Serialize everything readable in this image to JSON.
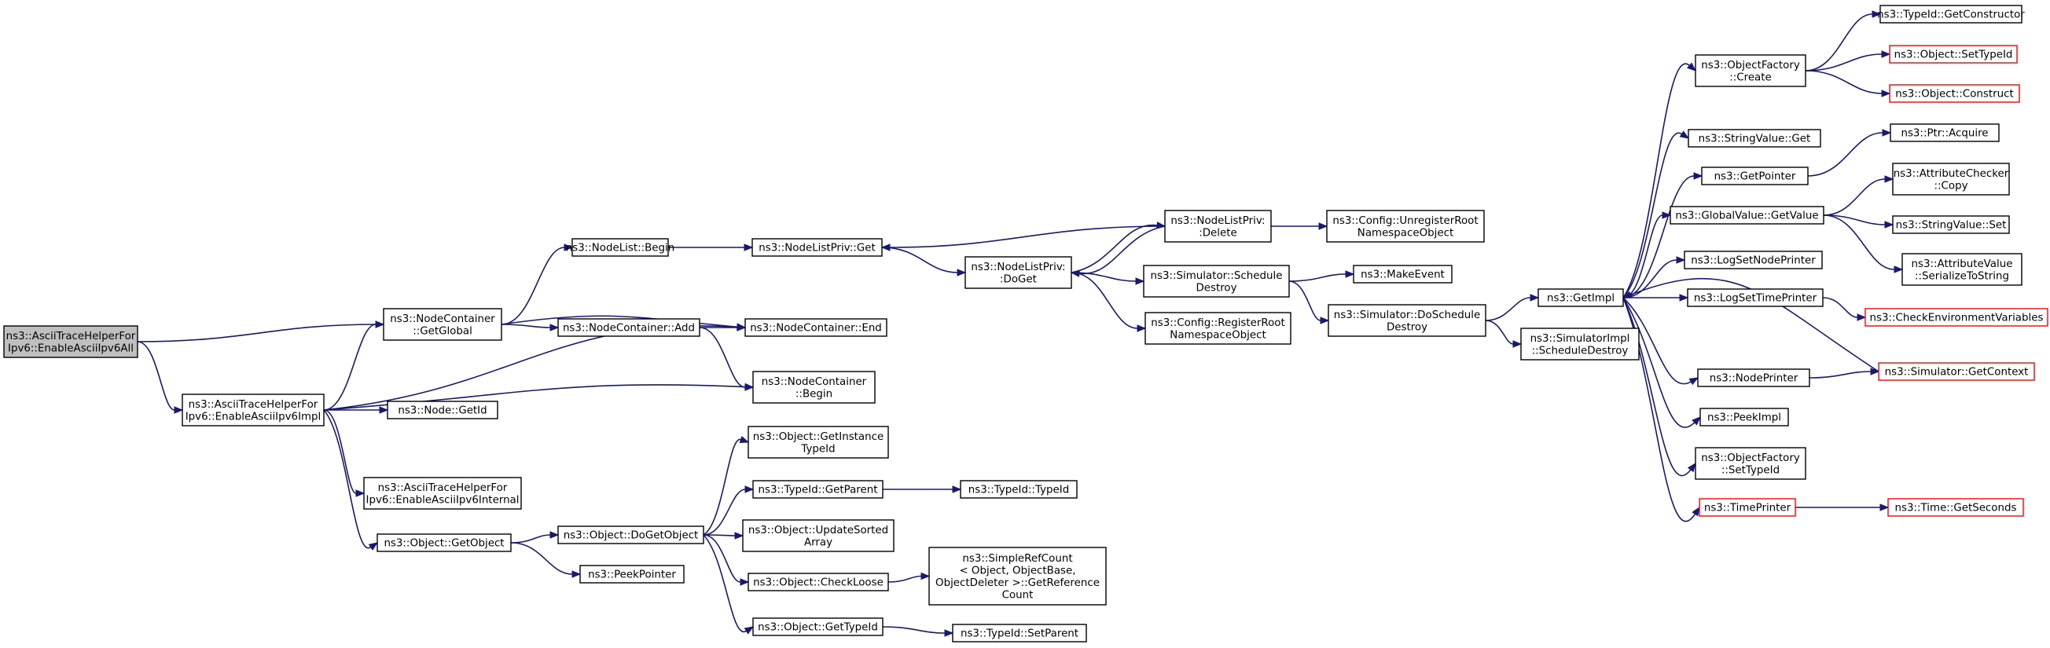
{
  "colors": {
    "edge": "#191970",
    "root_fill": "#bfbfbf",
    "truncated_border": "#ff0000"
  },
  "nodes": [
    {
      "id": "root",
      "lines": [
        "ns3::AsciiTraceHelperFor",
        "Ipv6::EnableAsciiIpv6All"
      ],
      "root": true
    },
    {
      "id": "impl",
      "lines": [
        "ns3::AsciiTraceHelperFor",
        "Ipv6::EnableAsciiIpv6Impl"
      ]
    },
    {
      "id": "ncGetGlobal",
      "lines": [
        "ns3::NodeContainer",
        "::GetGlobal"
      ]
    },
    {
      "id": "nlBegin",
      "lines": [
        "ns3::NodeList::Begin"
      ]
    },
    {
      "id": "nlpGet",
      "lines": [
        "ns3::NodeListPriv::Get"
      ]
    },
    {
      "id": "nlpDoGet",
      "lines": [
        "ns3::NodeListPriv:",
        ":DoGet"
      ]
    },
    {
      "id": "nlpDelete",
      "lines": [
        "ns3::NodeListPriv:",
        ":Delete"
      ]
    },
    {
      "id": "cfgUnreg",
      "lines": [
        "ns3::Config::UnregisterRoot",
        "NamespaceObject"
      ]
    },
    {
      "id": "simSchedDestroy",
      "lines": [
        "ns3::Simulator::Schedule",
        "Destroy"
      ]
    },
    {
      "id": "makeEvent",
      "lines": [
        "ns3::MakeEvent"
      ]
    },
    {
      "id": "simDoSchedDestroy",
      "lines": [
        "ns3::Simulator::DoSchedule",
        "Destroy"
      ]
    },
    {
      "id": "cfgReg",
      "lines": [
        "ns3::Config::RegisterRoot",
        "NamespaceObject"
      ]
    },
    {
      "id": "ncAdd",
      "lines": [
        "ns3::NodeContainer::Add"
      ]
    },
    {
      "id": "ncEnd",
      "lines": [
        "ns3::NodeContainer::End"
      ]
    },
    {
      "id": "ncBegin",
      "lines": [
        "ns3::NodeContainer",
        "::Begin"
      ]
    },
    {
      "id": "nodeGetId",
      "lines": [
        "ns3::Node::GetId"
      ]
    },
    {
      "id": "internal",
      "lines": [
        "ns3::AsciiTraceHelperFor",
        "Ipv6::EnableAsciiIpv6Internal"
      ]
    },
    {
      "id": "objGetObject",
      "lines": [
        "ns3::Object::GetObject"
      ]
    },
    {
      "id": "objDoGetObject",
      "lines": [
        "ns3::Object::DoGetObject"
      ]
    },
    {
      "id": "objGetInstTid",
      "lines": [
        "ns3::Object::GetInstance",
        "TypeId"
      ]
    },
    {
      "id": "tidGetParent",
      "lines": [
        "ns3::TypeId::GetParent"
      ]
    },
    {
      "id": "tidTypeId",
      "lines": [
        "ns3::TypeId::TypeId"
      ]
    },
    {
      "id": "objUpdSorted",
      "lines": [
        "ns3::Object::UpdateSorted",
        "Array"
      ]
    },
    {
      "id": "objCheckLoose",
      "lines": [
        "ns3::Object::CheckLoose"
      ]
    },
    {
      "id": "simpleRef",
      "lines": [
        "ns3::SimpleRefCount",
        "< Object, ObjectBase,",
        "ObjectDeleter >::GetReference",
        "Count"
      ]
    },
    {
      "id": "objGetTid",
      "lines": [
        "ns3::Object::GetTypeId"
      ]
    },
    {
      "id": "tidSetParent",
      "lines": [
        "ns3::TypeId::SetParent"
      ]
    },
    {
      "id": "peekPointer",
      "lines": [
        "ns3::PeekPointer"
      ]
    },
    {
      "id": "getImpl",
      "lines": [
        "ns3::GetImpl"
      ]
    },
    {
      "id": "simImplSchedDestroy",
      "lines": [
        "ns3::SimulatorImpl",
        "::ScheduleDestroy"
      ]
    },
    {
      "id": "ofCreate",
      "lines": [
        "ns3::ObjectFactory",
        "::Create"
      ]
    },
    {
      "id": "tidGetCtor",
      "lines": [
        "ns3::TypeId::GetConstructor"
      ]
    },
    {
      "id": "objSetTid",
      "lines": [
        "ns3::Object::SetTypeId"
      ],
      "truncated": true
    },
    {
      "id": "objConstruct",
      "lines": [
        "ns3::Object::Construct"
      ],
      "truncated": true
    },
    {
      "id": "svGet",
      "lines": [
        "ns3::StringValue::Get"
      ]
    },
    {
      "id": "getPointer",
      "lines": [
        "ns3::GetPointer"
      ]
    },
    {
      "id": "ptrAcquire",
      "lines": [
        "ns3::Ptr::Acquire"
      ]
    },
    {
      "id": "gvGetValue",
      "lines": [
        "ns3::GlobalValue::GetValue"
      ]
    },
    {
      "id": "acCopy",
      "lines": [
        "ns3::AttributeChecker",
        "::Copy"
      ]
    },
    {
      "id": "svSet",
      "lines": [
        "ns3::StringValue::Set"
      ]
    },
    {
      "id": "avSerialize",
      "lines": [
        "ns3::AttributeValue",
        "::SerializeToString"
      ]
    },
    {
      "id": "logSetNode",
      "lines": [
        "ns3::LogSetNodePrinter"
      ]
    },
    {
      "id": "logSetTime",
      "lines": [
        "ns3::LogSetTimePrinter"
      ]
    },
    {
      "id": "checkEnv",
      "lines": [
        "ns3::CheckEnvironmentVariables"
      ],
      "truncated": true
    },
    {
      "id": "nodePrinter",
      "lines": [
        "ns3::NodePrinter"
      ]
    },
    {
      "id": "simGetContext",
      "lines": [
        "ns3::Simulator::GetContext"
      ],
      "truncated": true
    },
    {
      "id": "peekImpl",
      "lines": [
        "ns3::PeekImpl"
      ]
    },
    {
      "id": "ofSetTid",
      "lines": [
        "ns3::ObjectFactory",
        "::SetTypeId"
      ]
    },
    {
      "id": "timePrinter",
      "lines": [
        "ns3::TimePrinter"
      ],
      "truncated": true
    },
    {
      "id": "timeGetSeconds",
      "lines": [
        "ns3::Time::GetSeconds"
      ],
      "truncated": true
    }
  ],
  "edges": [
    [
      "root",
      "ncGetGlobal"
    ],
    [
      "root",
      "impl"
    ],
    [
      "impl",
      "ncGetGlobal"
    ],
    [
      "impl",
      "ncEnd"
    ],
    [
      "impl",
      "ncBegin"
    ],
    [
      "impl",
      "nodeGetId"
    ],
    [
      "impl",
      "internal"
    ],
    [
      "impl",
      "objGetObject"
    ],
    [
      "ncGetGlobal",
      "nlBegin"
    ],
    [
      "ncGetGlobal",
      "ncAdd"
    ],
    [
      "ncGetGlobal",
      "ncEnd"
    ],
    [
      "nlBegin",
      "nlpGet"
    ],
    [
      "nlpGet",
      "nlpDoGet"
    ],
    [
      "nlpDoGet",
      "nlpDelete"
    ],
    [
      "nlpDoGet",
      "simSchedDestroy"
    ],
    [
      "nlpDoGet",
      "cfgReg"
    ],
    [
      "nlpDelete",
      "nlpGet"
    ],
    [
      "nlpDelete",
      "nlpDoGet"
    ],
    [
      "nlpDelete",
      "cfgUnreg"
    ],
    [
      "simSchedDestroy",
      "makeEvent"
    ],
    [
      "simSchedDestroy",
      "simDoSchedDestroy"
    ],
    [
      "simDoSchedDestroy",
      "getImpl"
    ],
    [
      "simDoSchedDestroy",
      "simImplSchedDestroy"
    ],
    [
      "ncAdd",
      "ncEnd"
    ],
    [
      "ncAdd",
      "ncBegin"
    ],
    [
      "objGetObject",
      "objDoGetObject"
    ],
    [
      "objGetObject",
      "peekPointer"
    ],
    [
      "objDoGetObject",
      "objGetInstTid"
    ],
    [
      "objDoGetObject",
      "tidGetParent"
    ],
    [
      "objDoGetObject",
      "objUpdSorted"
    ],
    [
      "objDoGetObject",
      "objCheckLoose"
    ],
    [
      "objDoGetObject",
      "objGetTid"
    ],
    [
      "tidGetParent",
      "tidTypeId"
    ],
    [
      "objCheckLoose",
      "simpleRef"
    ],
    [
      "objGetTid",
      "tidSetParent"
    ],
    [
      "getImpl",
      "ofCreate"
    ],
    [
      "getImpl",
      "svGet"
    ],
    [
      "getImpl",
      "getPointer"
    ],
    [
      "getImpl",
      "gvGetValue"
    ],
    [
      "getImpl",
      "logSetNode"
    ],
    [
      "getImpl",
      "logSetTime"
    ],
    [
      "getImpl",
      "nodePrinter"
    ],
    [
      "getImpl",
      "peekImpl"
    ],
    [
      "getImpl",
      "ofSetTid"
    ],
    [
      "getImpl",
      "timePrinter"
    ],
    [
      "ofCreate",
      "tidGetCtor"
    ],
    [
      "ofCreate",
      "objSetTid"
    ],
    [
      "ofCreate",
      "objConstruct"
    ],
    [
      "getPointer",
      "ptrAcquire"
    ],
    [
      "gvGetValue",
      "acCopy"
    ],
    [
      "gvGetValue",
      "svSet"
    ],
    [
      "gvGetValue",
      "avSerialize"
    ],
    [
      "logSetTime",
      "checkEnv"
    ],
    [
      "nodePrinter",
      "simGetContext"
    ],
    [
      "simGetContext",
      "getImpl"
    ],
    [
      "timePrinter",
      "timeGetSeconds"
    ]
  ]
}
